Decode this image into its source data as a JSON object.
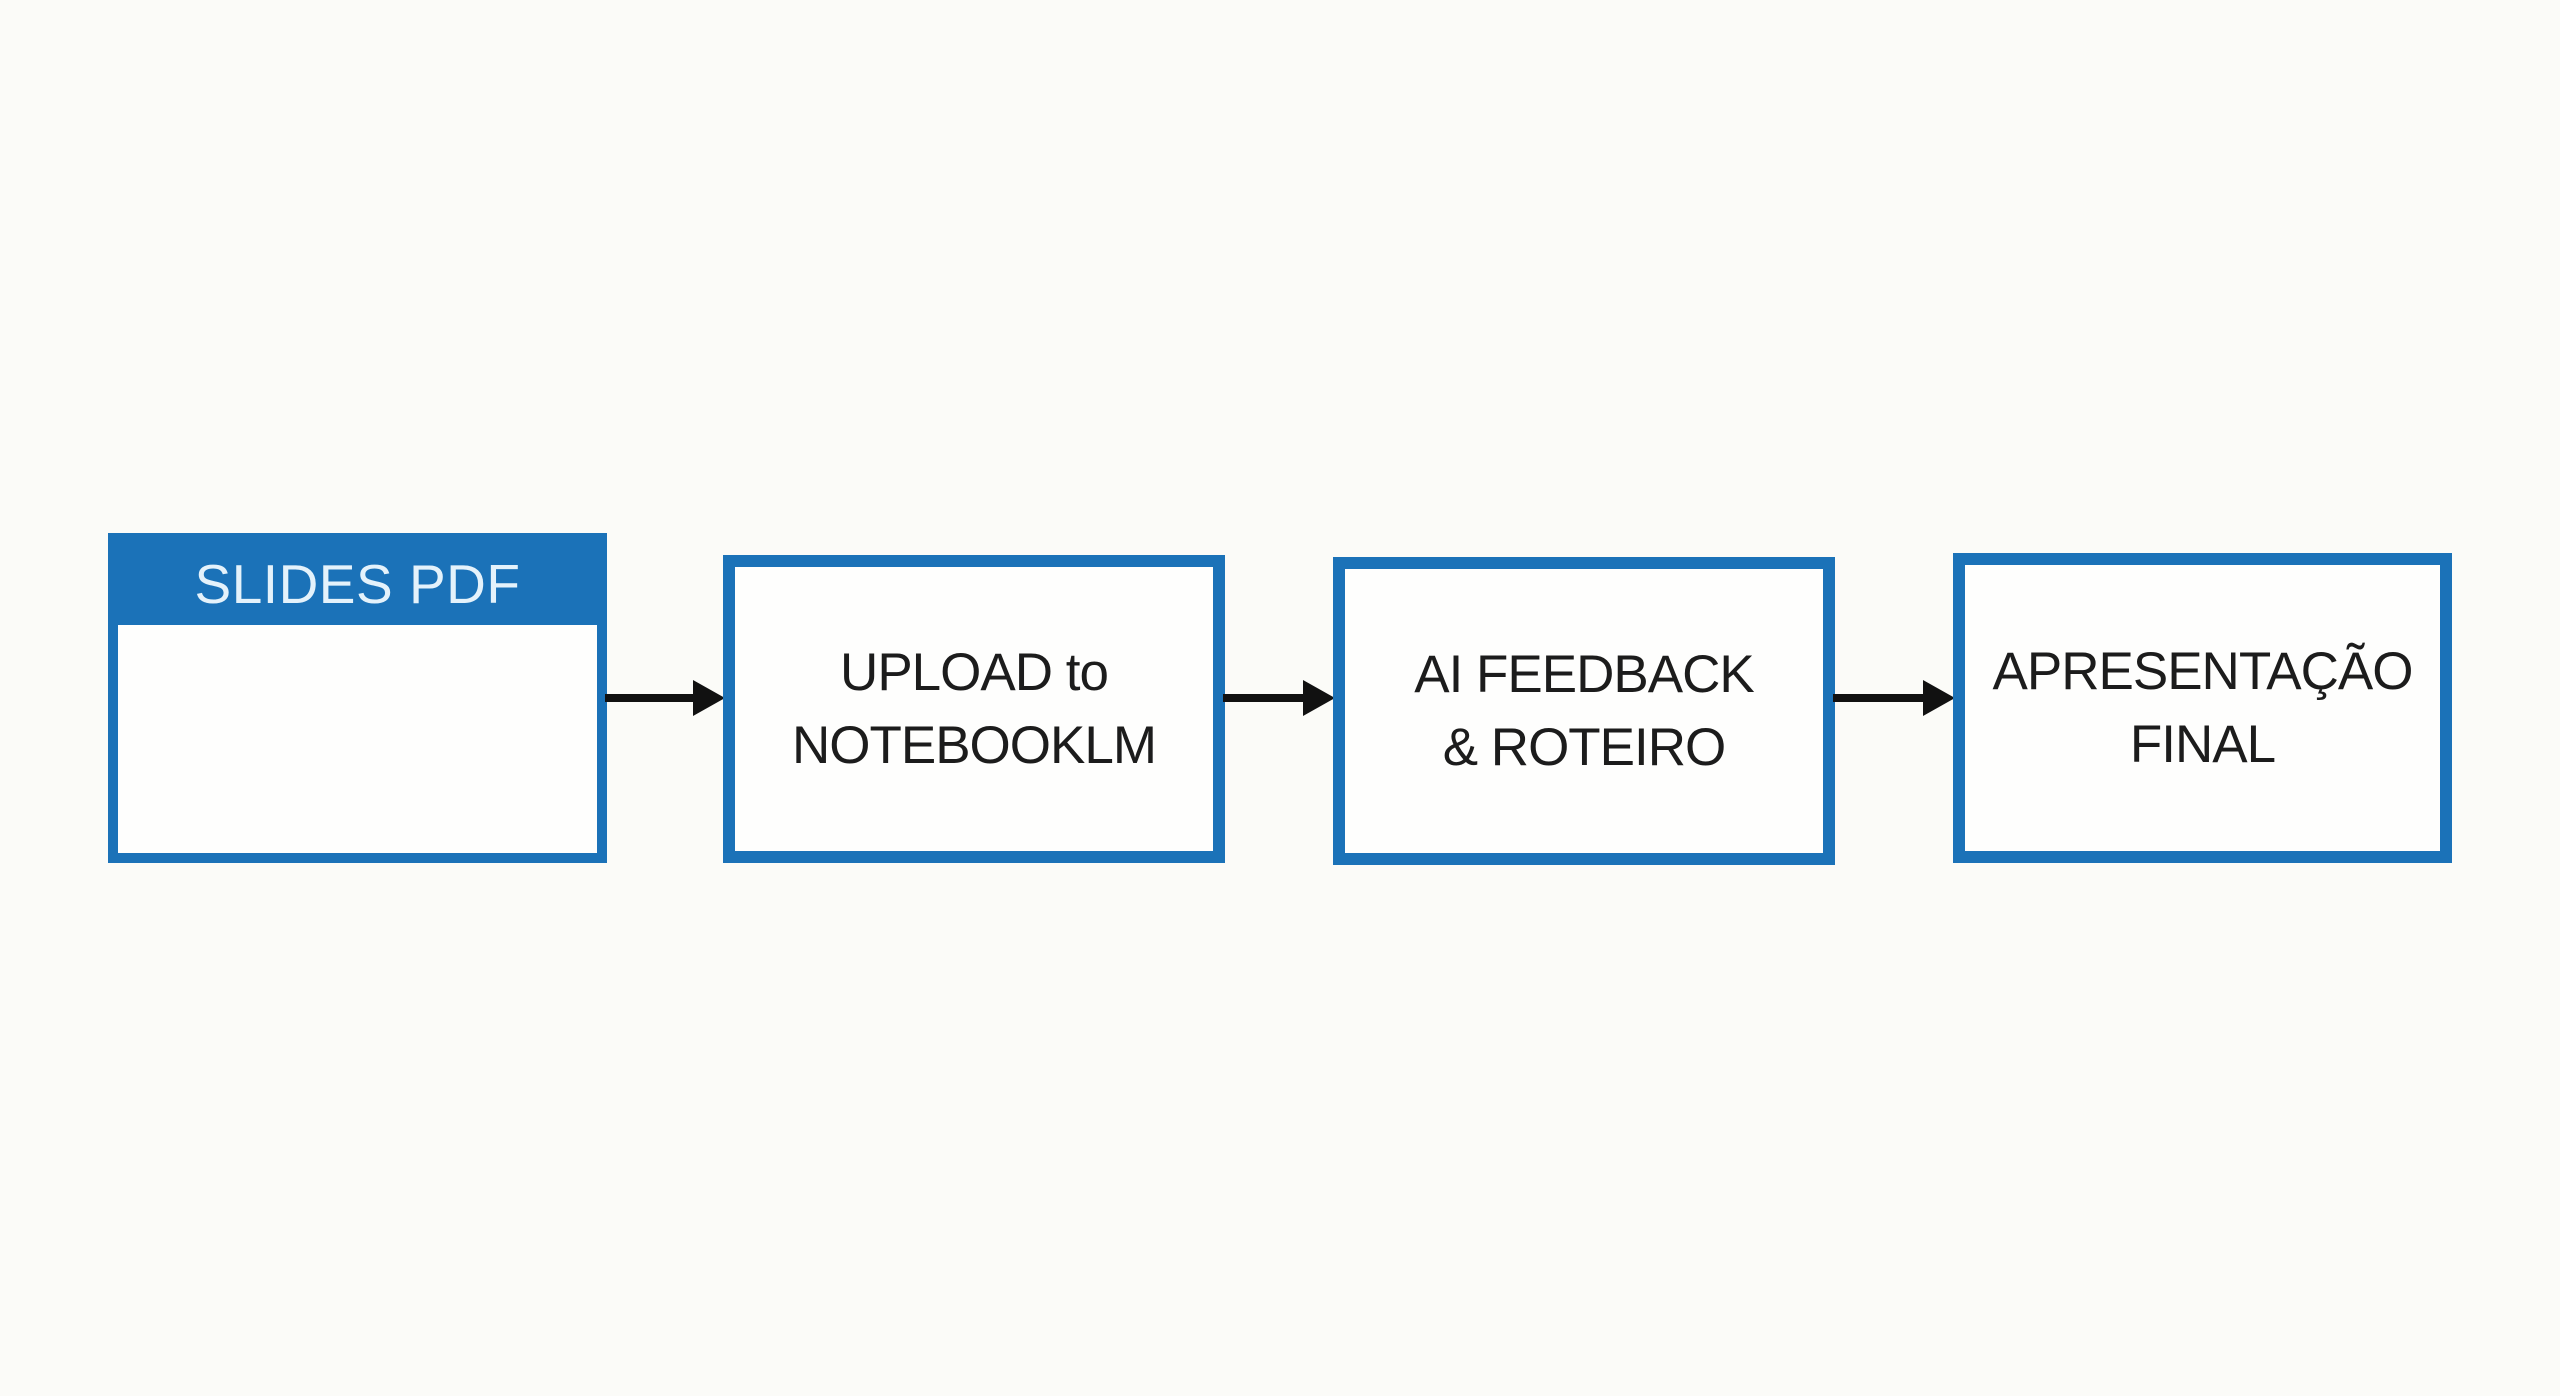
{
  "colors": {
    "accent_blue": "#1b72b8",
    "header_text": "#e4f2fb",
    "box_fill": "#fefefd",
    "body_text": "#1c1c1c",
    "arrow": "#111111",
    "background": "#fbfbf8"
  },
  "flowchart": {
    "nodes": [
      {
        "id": "slides-pdf",
        "header": "SLIDES PDF",
        "line1": "",
        "line2": ""
      },
      {
        "id": "upload-notebooklm",
        "line1": "UPLOAD to",
        "line2": "NOTEBOOKLM"
      },
      {
        "id": "ai-feedback-roteiro",
        "line1": "AI FEEDBACK",
        "line2": "& ROTEIRO"
      },
      {
        "id": "apresentacao-final",
        "line1": "APRESENTAÇÃO",
        "line2": "FINAL"
      }
    ],
    "connectors": [
      {
        "from": "slides-pdf",
        "to": "upload-notebooklm"
      },
      {
        "from": "upload-notebooklm",
        "to": "ai-feedback-roteiro"
      },
      {
        "from": "ai-feedback-roteiro",
        "to": "apresentacao-final"
      }
    ]
  }
}
